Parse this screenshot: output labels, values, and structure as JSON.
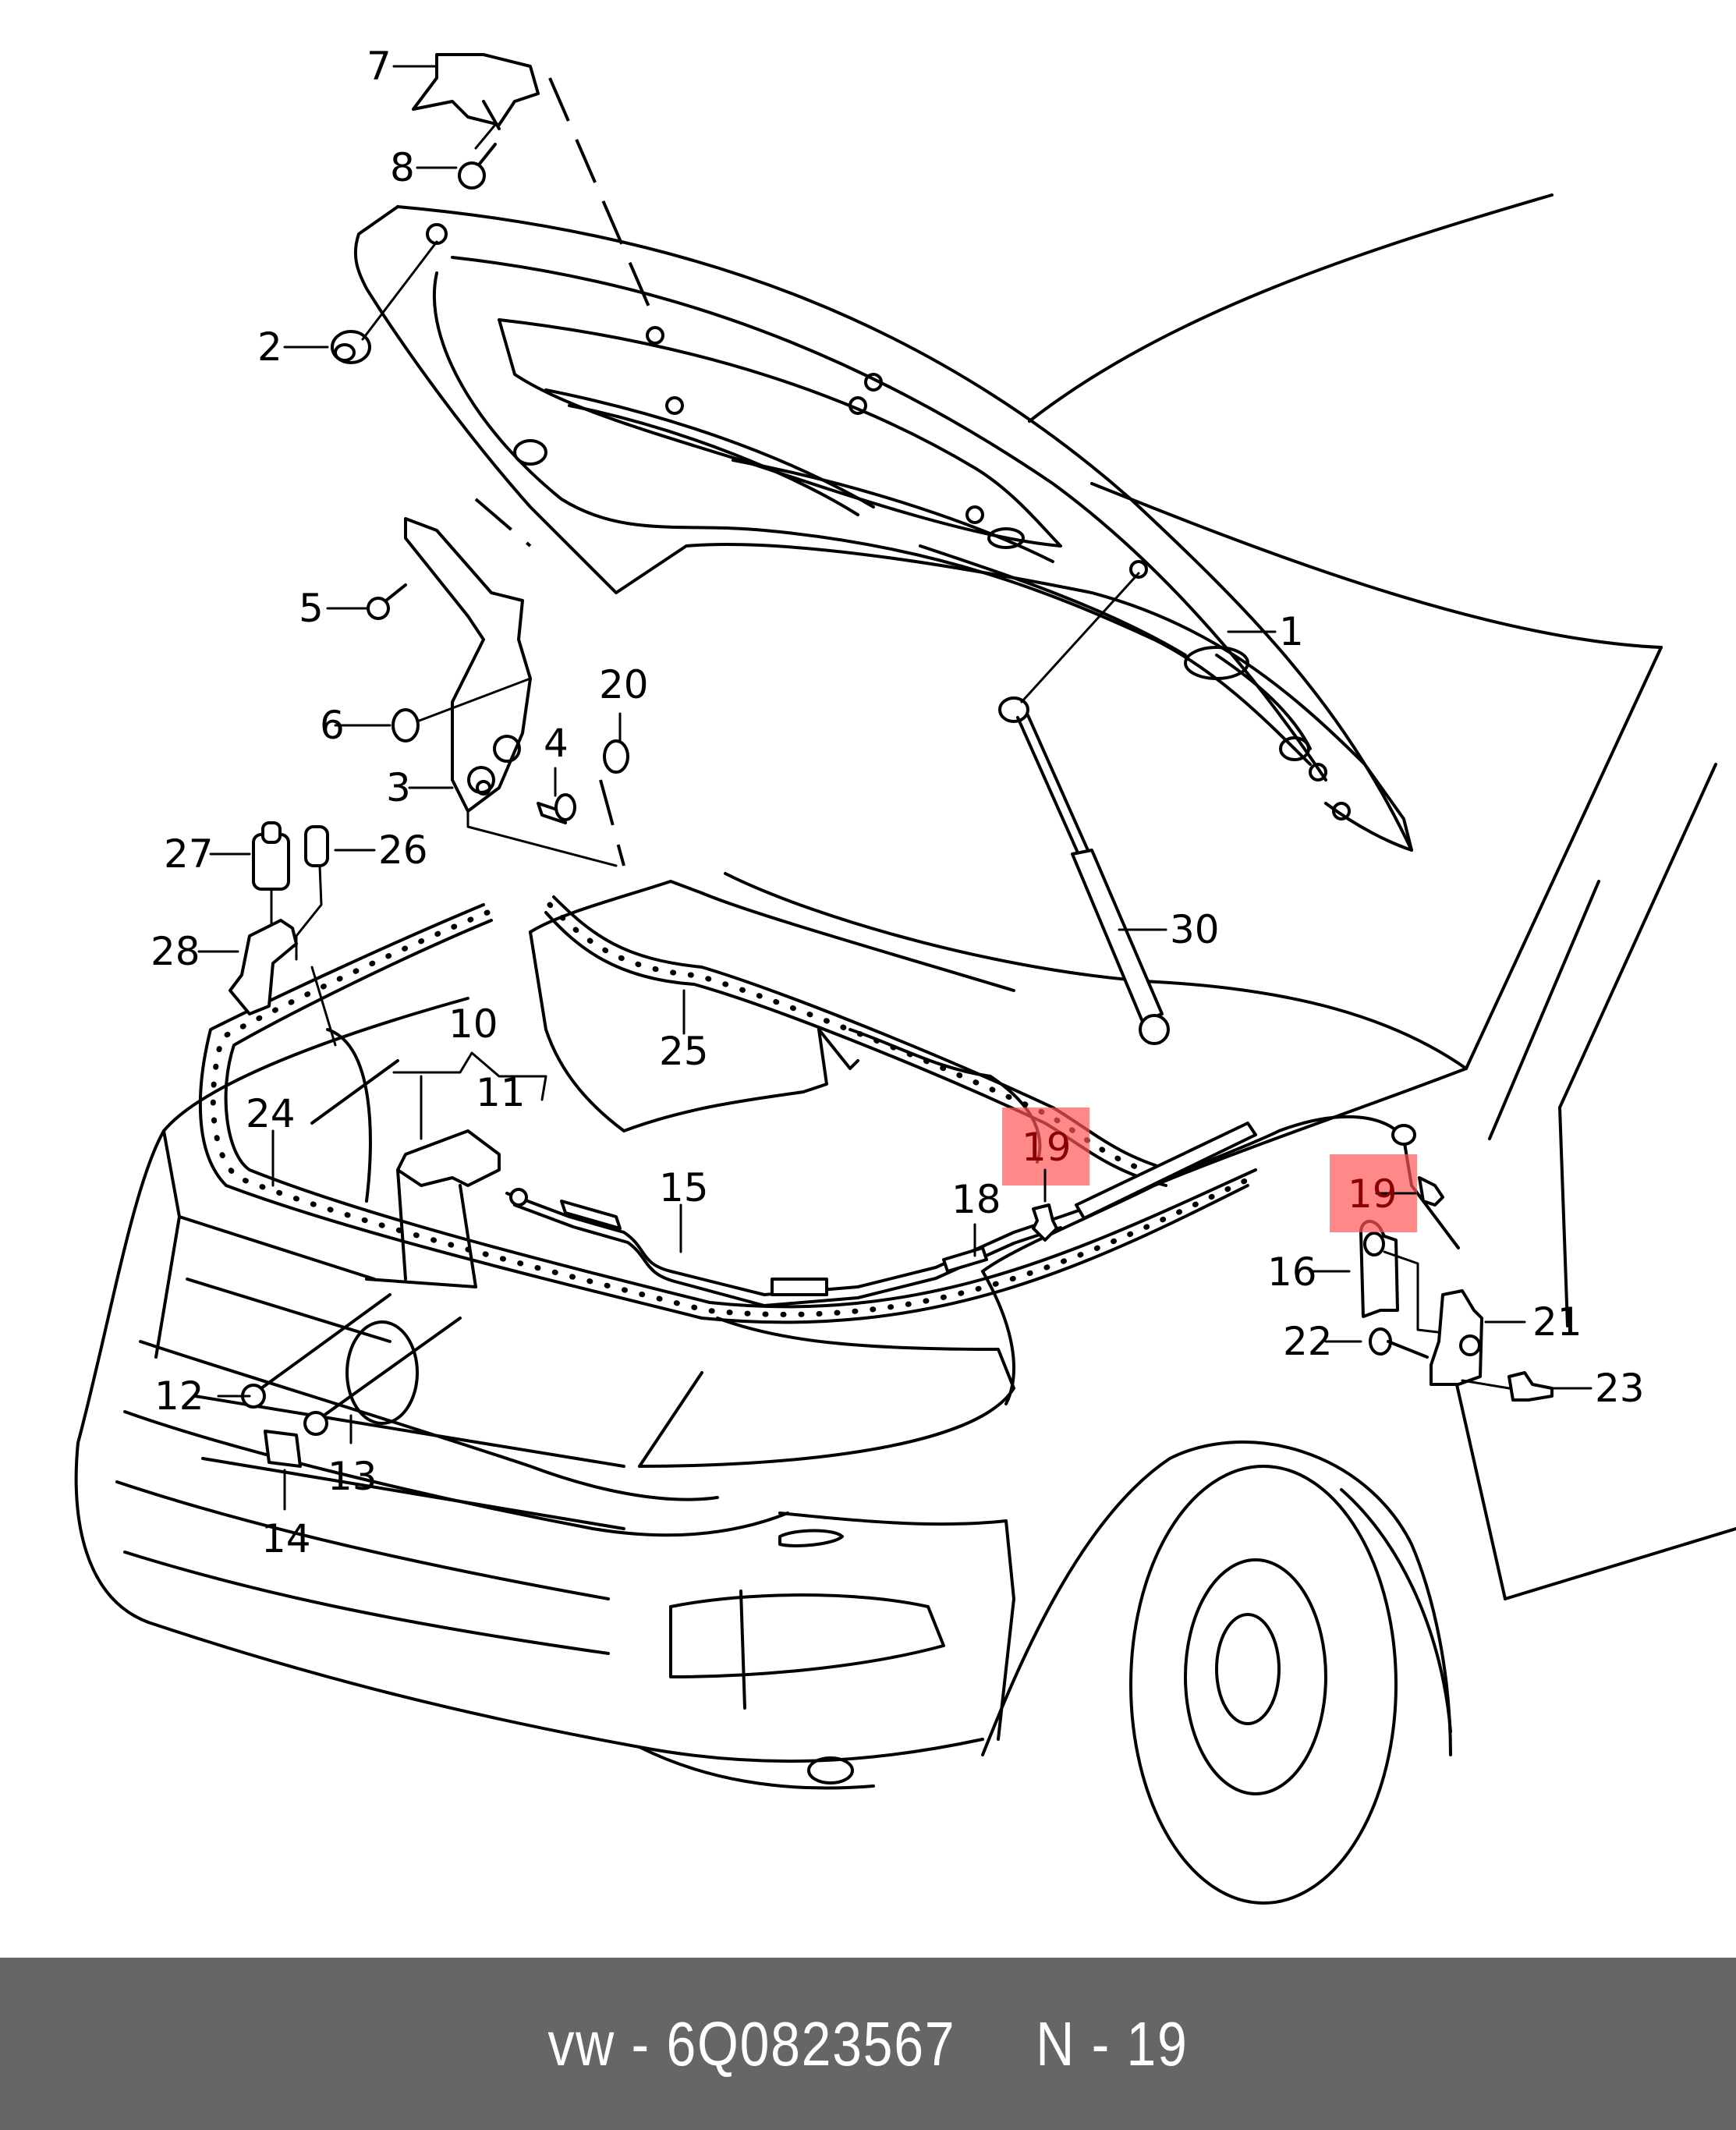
{
  "diagram": {
    "subject": "VW hood (bonnet) assembly exploded parts diagram",
    "highlight_color": "#ff8080",
    "callouts": [
      {
        "id": "c1",
        "label": "1"
      },
      {
        "id": "c2",
        "label": "2"
      },
      {
        "id": "c3",
        "label": "3"
      },
      {
        "id": "c4",
        "label": "4"
      },
      {
        "id": "c5",
        "label": "5"
      },
      {
        "id": "c6",
        "label": "6"
      },
      {
        "id": "c7",
        "label": "7"
      },
      {
        "id": "c8",
        "label": "8"
      },
      {
        "id": "c10",
        "label": "10"
      },
      {
        "id": "c11",
        "label": "11"
      },
      {
        "id": "c12",
        "label": "12"
      },
      {
        "id": "c13",
        "label": "13"
      },
      {
        "id": "c14",
        "label": "14"
      },
      {
        "id": "c15",
        "label": "15"
      },
      {
        "id": "c16",
        "label": "16"
      },
      {
        "id": "c18",
        "label": "18"
      },
      {
        "id": "c19a",
        "label": "19",
        "highlighted": true
      },
      {
        "id": "c19b",
        "label": "19",
        "highlighted": true
      },
      {
        "id": "c20",
        "label": "20"
      },
      {
        "id": "c21",
        "label": "21"
      },
      {
        "id": "c22",
        "label": "22"
      },
      {
        "id": "c23",
        "label": "23"
      },
      {
        "id": "c24",
        "label": "24"
      },
      {
        "id": "c25",
        "label": "25"
      },
      {
        "id": "c26",
        "label": "26"
      },
      {
        "id": "c27",
        "label": "27"
      },
      {
        "id": "c28",
        "label": "28"
      },
      {
        "id": "c30",
        "label": "30"
      }
    ]
  },
  "footer": {
    "brand": "vw",
    "separator": "-",
    "part_number": "6Q0823567",
    "position_prefix": "N",
    "position_number": "19",
    "text": "vw - 6Q0823567     N - 19"
  }
}
